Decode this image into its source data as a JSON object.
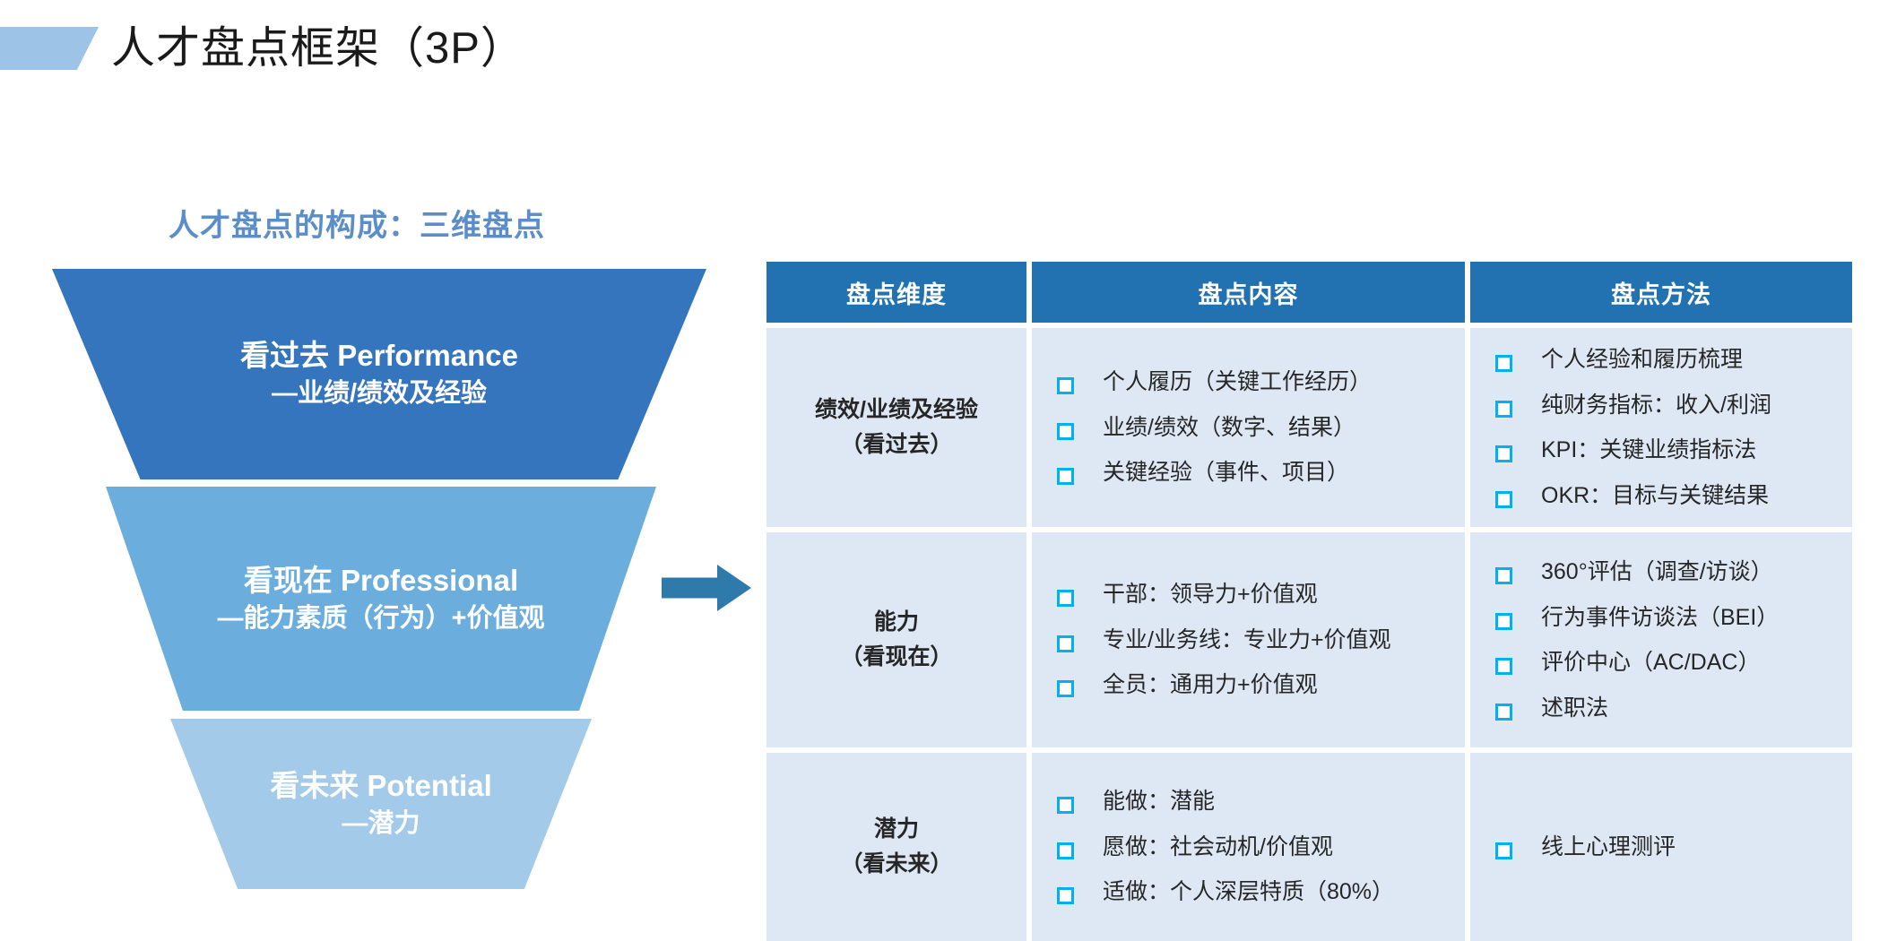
{
  "header": {
    "title": "人才盘点框架（3P）",
    "accent_color": "#9DC3E6"
  },
  "subtitle": "人才盘点的构成：三维盘点",
  "funnel": {
    "segments": [
      {
        "main": "看过去 Performance",
        "sub": "—业绩/绩效及经验",
        "color": "#3575BE"
      },
      {
        "main": "看现在 Professional",
        "sub": "—能力素质（行为）+价值观",
        "color": "#6BADDC"
      },
      {
        "main": "看未来 Potential",
        "sub": "—潜力",
        "color": "#A3CAE9"
      }
    ]
  },
  "arrow": {
    "name": "right-arrow",
    "color": "#2E7BAB"
  },
  "table": {
    "header_color": "#2271B0",
    "cell_color": "#DEE8F4",
    "bullet_color": "#00B0F0",
    "columns": [
      "盘点维度",
      "盘点内容",
      "盘点方法"
    ],
    "rows": [
      {
        "dimension_line1": "绩效/业绩及经验",
        "dimension_line2": "（看过去）",
        "content": [
          "个人履历（关键工作经历）",
          "业绩/绩效（数字、结果）",
          "关键经验（事件、项目）"
        ],
        "methods": [
          "个人经验和履历梳理",
          "纯财务指标：收入/利润",
          "KPI：关键业绩指标法",
          "OKR：目标与关键结果"
        ]
      },
      {
        "dimension_line1": "能力",
        "dimension_line2": "（看现在）",
        "content": [
          "干部：领导力+价值观",
          "专业/业务线：专业力+价值观",
          "全员：通用力+价值观"
        ],
        "methods": [
          "360°评估（调查/访谈）",
          "行为事件访谈法（BEI）",
          "评价中心（AC/DAC）",
          "述职法"
        ]
      },
      {
        "dimension_line1": "潜力",
        "dimension_line2": "（看未来）",
        "content": [
          "能做：潜能",
          "愿做：社会动机/价值观",
          "适做：个人深层特质（80%）"
        ],
        "methods": [
          "线上心理测评"
        ]
      }
    ]
  }
}
